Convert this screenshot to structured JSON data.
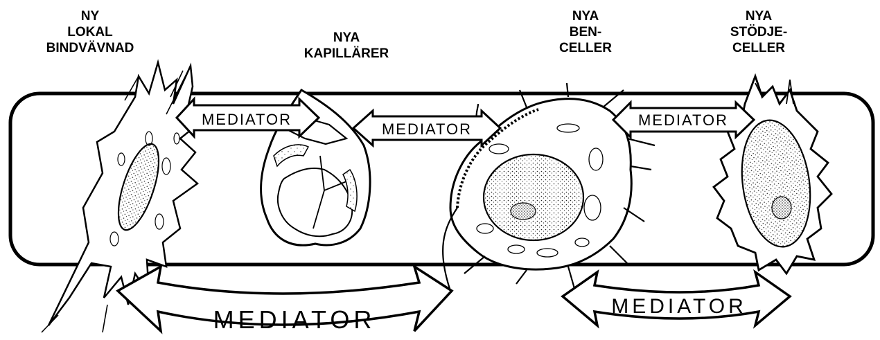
{
  "labels": {
    "connective": [
      "NY",
      "LOKAL",
      "BINDVÄVNAD"
    ],
    "capillaries": [
      "NYA",
      "KAPILLÄRER"
    ],
    "bone": [
      "NYA",
      "BEN-",
      "CELLER"
    ],
    "support": [
      "NYA",
      "STÖDJE-",
      "CELLER"
    ]
  },
  "mediators": {
    "top_left": "MEDIATOR",
    "top_middle": "MEDIATOR",
    "top_right": "MEDIATOR",
    "bottom_left": "MEDIATOR",
    "bottom_right": "MEDIATOR"
  },
  "colors": {
    "ink": "#000000",
    "paper": "#ffffff"
  }
}
